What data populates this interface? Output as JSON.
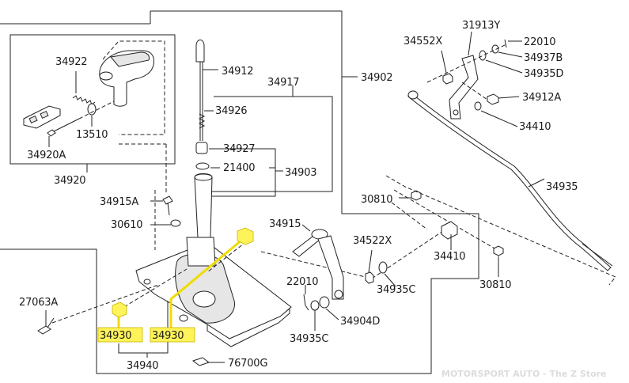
{
  "labels": {
    "l34922": "34922",
    "l13510": "13510",
    "l34920A": "34920A",
    "l34920": "34920",
    "l34912": "34912",
    "l34917": "34917",
    "l34902": "34902",
    "l34926": "34926",
    "l34927": "34927",
    "l21400": "21400",
    "l34903": "34903",
    "l34915A": "34915A",
    "l30610": "30610",
    "l34915": "34915",
    "l27063A": "27063A",
    "l34930a": "34930",
    "l34930b": "34930",
    "l34940": "34940",
    "l76700G": "76700G",
    "l22010b": "22010",
    "l34935C_b": "34935C",
    "l34904D": "34904D",
    "l34522X": "34522X",
    "l34935C_a": "34935C",
    "l34410b": "34410",
    "l30810b": "30810",
    "l30810a": "30810",
    "l34935": "34935",
    "l34552X": "34552X",
    "l31913Y": "31913Y",
    "l22010a": "22010",
    "l34937B": "34937B",
    "l34935D": "34935D",
    "l34912A": "34912A",
    "l34410a": "34410"
  },
  "watermark": "MOTORSPORT AUTO - The Z Store",
  "highlight_color": "#fff35a"
}
